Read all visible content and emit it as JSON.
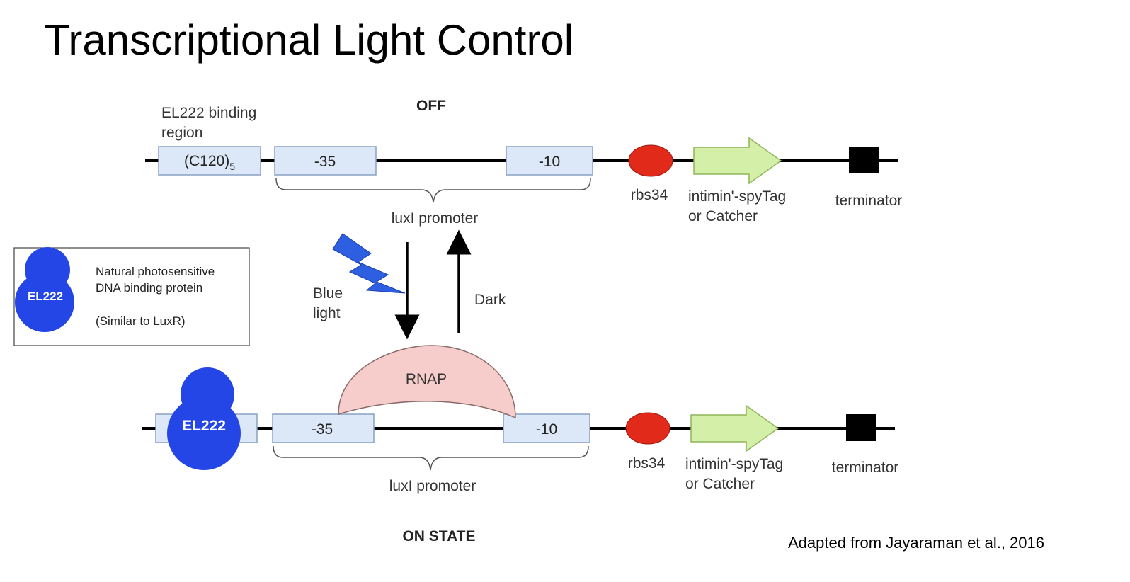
{
  "title": "Transcriptional Light Control",
  "credit": "Adapted from Jayaraman et al., 2016",
  "colors": {
    "box_fill": "#dce8f8",
    "box_stroke": "#8aa0c4",
    "el222_blue": "#2446e6",
    "rbs_red": "#e12a1a",
    "gene_green": "#d4f0a8",
    "terminator": "#000000",
    "rnap_pink": "#f6cdcb",
    "light_blue": "#2e5fe0"
  },
  "off_state": {
    "label": "OFF",
    "binding_region_label_1": "EL222 binding",
    "binding_region_label_2": "region",
    "binding_box": "(C120)",
    "binding_box_sub": "5",
    "box_35": "-35",
    "box_10": "-10",
    "promoter_label": "luxI promoter",
    "rbs_label": "rbs34",
    "gene_label_1": "intimin'-spyTag",
    "gene_label_2": "or Catcher",
    "terminator_label": "terminator"
  },
  "on_state": {
    "label": "ON STATE",
    "el222_label": "EL222",
    "rnap_label": "RNAP",
    "box_35": "-35",
    "box_10": "-10",
    "promoter_label": "luxI promoter",
    "rbs_label": "rbs34",
    "gene_label_1": "intimin'-spyTag",
    "gene_label_2": "or Catcher",
    "terminator_label": "terminator"
  },
  "transition": {
    "blue_light_1": "Blue",
    "blue_light_2": "light",
    "dark": "Dark"
  },
  "legend": {
    "protein_label": "EL222",
    "line_1": "Natural photosensitive",
    "line_2": "DNA binding protein",
    "line_3": "(Similar to LuxR)"
  }
}
